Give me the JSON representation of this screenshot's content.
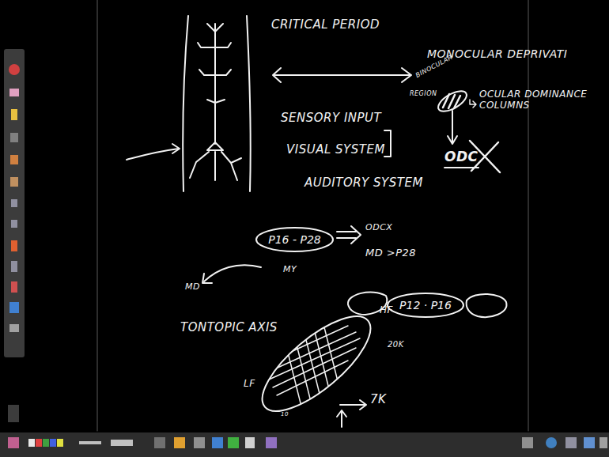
{
  "diagram": {
    "nodes": [
      {
        "text": [
          "P16 - P28"
        ]
      },
      {
        "text": [
          "P12 · P16"
        ]
      }
    ],
    "labels": [
      "CRITICAL PERIOD",
      "MONOCULAR DEPRIVATI",
      "BINOCULAR",
      "REGION",
      "OCULAR DOMINANCE COLUMNS",
      "SENSORY INPUT",
      "VISUAL SYSTEM",
      "AUDITORY SYSTEM",
      "ODC",
      "ODCX",
      "MD >P28",
      "MY",
      "MD",
      "TONTOPIC AXIS",
      "HF",
      "20K",
      "LF",
      "10",
      "7K"
    ]
  }
}
